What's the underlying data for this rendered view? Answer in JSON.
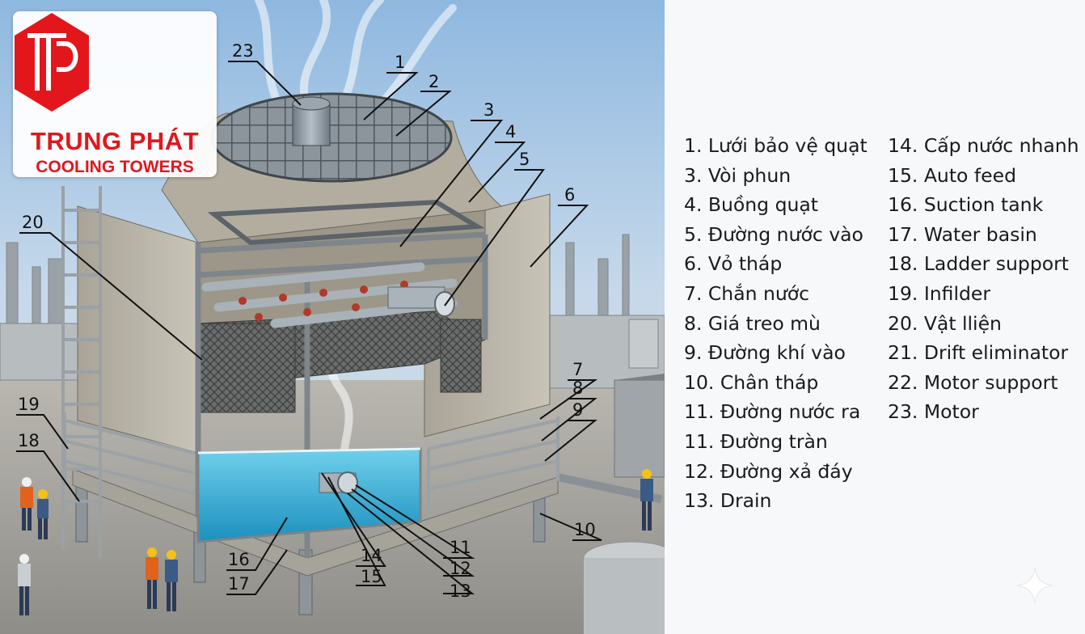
{
  "brand": {
    "name": "TRUNG PHÁT",
    "subtitle": "COOLING TOWERS",
    "colors": {
      "red": "#e3161c",
      "white": "#ffffff"
    }
  },
  "callouts": [
    "23",
    "1",
    "2",
    "3",
    "4",
    "5",
    "6",
    "20",
    "19",
    "18",
    "7",
    "8",
    "9",
    "10",
    "16",
    "17",
    "14",
    "15",
    "11",
    "12",
    "13"
  ],
  "legend": {
    "left": [
      "1.  Lưới bảo vệ quạt",
      "3.  Vòi phun",
      "4.  Buồng quạt",
      "5.  Đường nước vào",
      "6.  Vỏ tháp",
      "7.  Chắn nước",
      "8.  Giá treo mù",
      "9.  Đường khí vào",
      "10.  Chân tháp",
      "11.  Đường nước ra",
      "11.  Đường tràn",
      "12.  Đường xả đáy",
      "13.  Drain"
    ],
    "right": [
      "14.  Cấp nước nhanh",
      "15.  Auto feed",
      "16.  Suction tank",
      "17.  Water basin",
      "18.  Ladder support",
      "19.  Infilder",
      "20.  Vật lliện",
      "21.  Drift eliminator",
      "22.  Motor support",
      "23.  Motor"
    ]
  },
  "icons": {
    "corner": "sparkle-icon"
  }
}
